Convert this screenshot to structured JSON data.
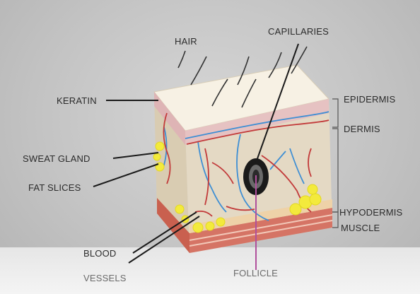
{
  "labels": {
    "hair": "HAIR",
    "capillaries": "CAPILLARIES",
    "keratin": "KERATIN",
    "epidermis": "EPIDERMIS",
    "dermis": "DERMIS",
    "sweat_gland": "SWEAT GLAND",
    "fat_slices": "FAT SLICES",
    "hypodermis": "HYPODERMIS",
    "muscle": "MUSCLE",
    "blood": "BLOOD",
    "vessels": "VESSELS",
    "follicle": "FOLLICLE"
  },
  "colors": {
    "background": "#c8c8c8",
    "skin_top": "#f6f0e2",
    "dermis": "#e3d9c3",
    "vein": "#3f8fd4",
    "artery": "#c23a3a",
    "fat": "#f3ea3c",
    "muscle": "#d67767",
    "follicle": "#1a1a1a",
    "follicle_label": "#b0509c"
  }
}
